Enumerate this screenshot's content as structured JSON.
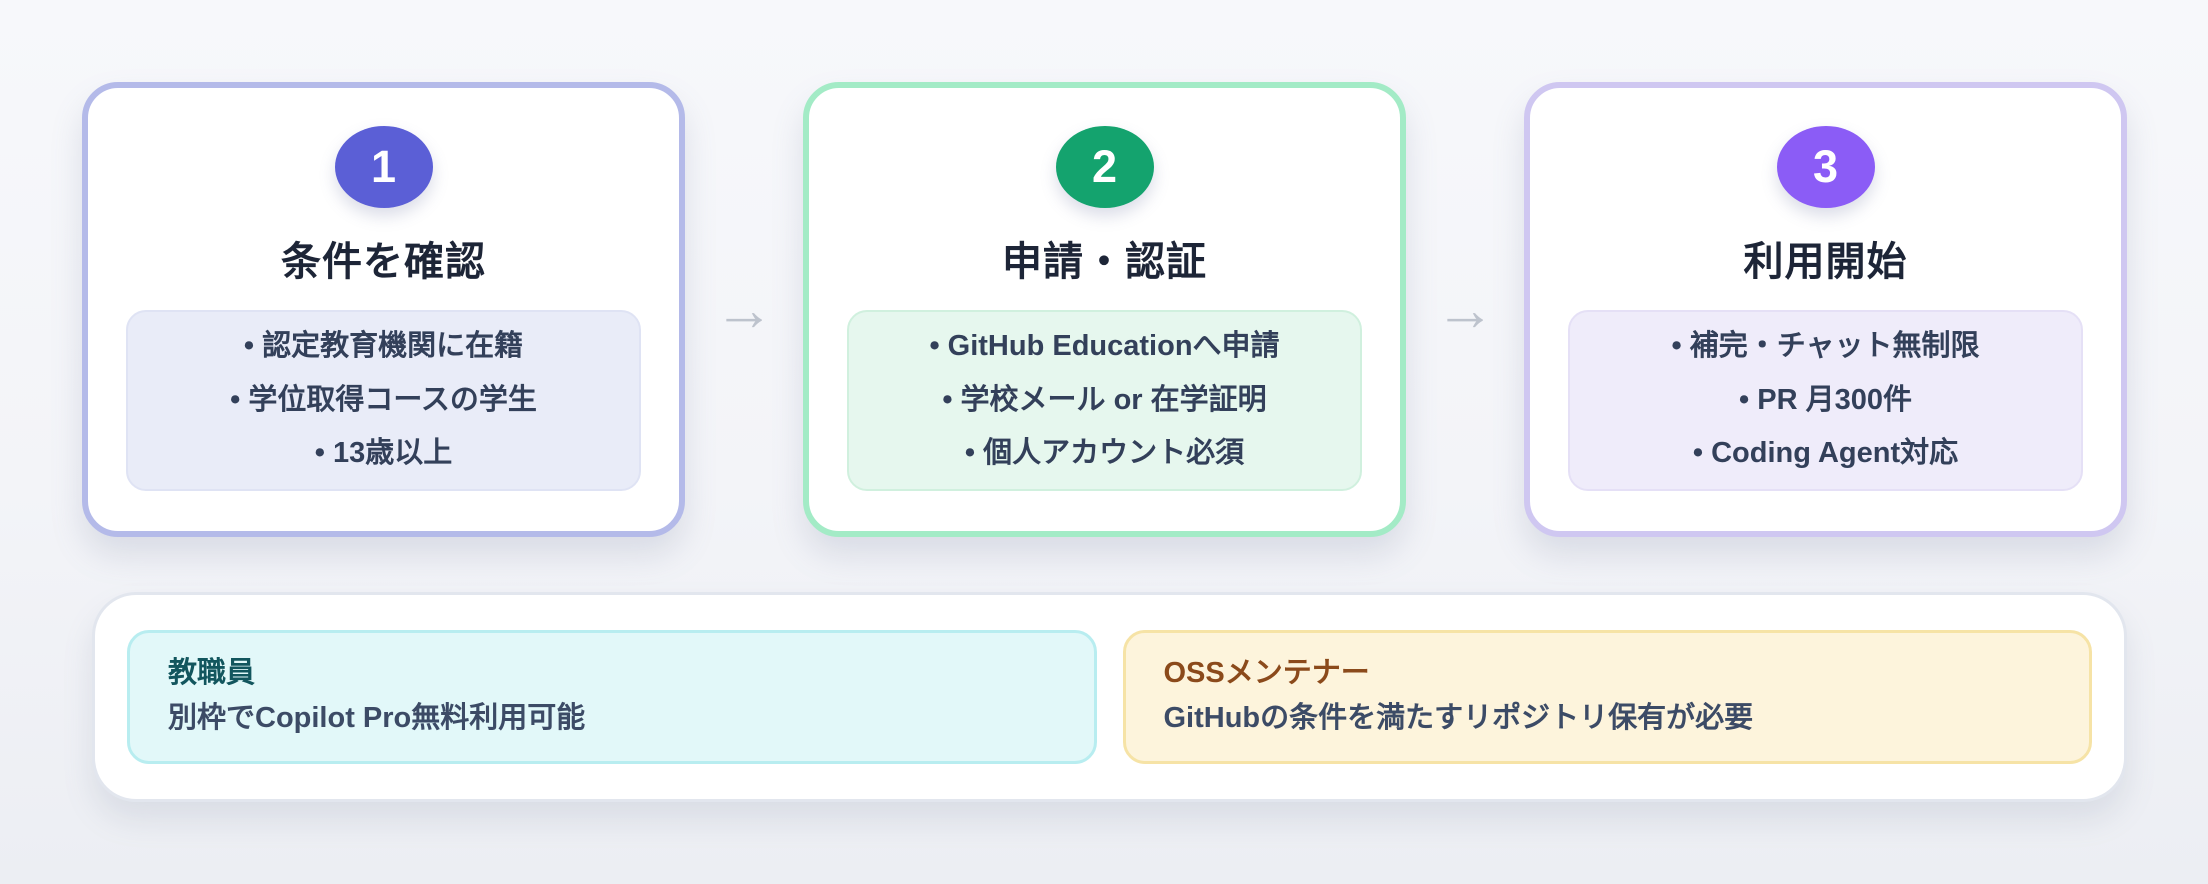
{
  "icons": {
    "arrow_right": "→"
  },
  "colors": {
    "step1_accent": "#5b5fd6",
    "step2_accent": "#14a36e",
    "step3_accent": "#8b5cf6",
    "step1_border": "#b4bae9",
    "step2_border": "#a3ebc6",
    "step3_border": "#cfc7f1",
    "note_teal_bg": "#e2f8f9",
    "note_amber_bg": "#fdf4dc",
    "arrow": "#bdc3cd"
  },
  "steps": [
    {
      "number": "1",
      "title": "条件を確認",
      "items": [
        "• 認定教育機関に在籍",
        "• 学位取得コースの学生",
        "• 13歳以上"
      ]
    },
    {
      "number": "2",
      "title": "申請・認証",
      "items": [
        "• GitHub Educationへ申請",
        "• 学校メール or 在学証明",
        "• 個人アカウント必須"
      ]
    },
    {
      "number": "3",
      "title": "利用開始",
      "items": [
        "• 補完・チャット無制限",
        "• PR 月300件",
        "• Coding Agent対応"
      ]
    }
  ],
  "notes": [
    {
      "title": "教職員",
      "body": "別枠でCopilot Pro無料利用可能"
    },
    {
      "title": "OSSメンテナー",
      "body": "GitHubの条件を満たすリポジトリ保有が必要"
    }
  ]
}
